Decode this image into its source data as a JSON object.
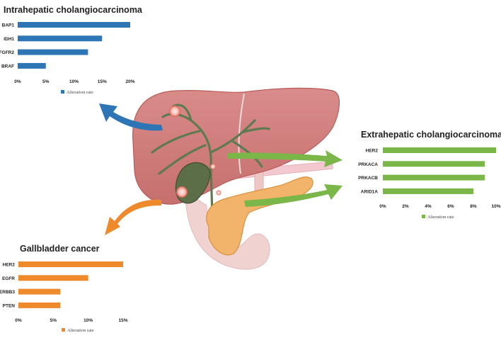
{
  "chart_data": [
    {
      "type": "bar",
      "orientation": "horizontal",
      "title": "Intrahepatic cholangiocarcinoma",
      "categories": [
        "BAP1",
        "IDH1",
        "FGFR2",
        "BRAF"
      ],
      "values": [
        20,
        15,
        12.5,
        5
      ],
      "xlim": [
        0,
        20
      ],
      "xticks": [
        "0%",
        "5%",
        "10%",
        "15%",
        "20%"
      ],
      "legend": "Alteration rate",
      "color": "#2e75b6"
    },
    {
      "type": "bar",
      "orientation": "horizontal",
      "title": "Extrahepatic cholangiocarcinoma",
      "categories": [
        "HER2",
        "PRKACA",
        "PRKACB",
        "ARID1A"
      ],
      "values": [
        10,
        9,
        9,
        8
      ],
      "xlim": [
        0,
        10
      ],
      "xticks": [
        "0%",
        "2%",
        "4%",
        "6%",
        "8%",
        "10%"
      ],
      "legend": "Alteration rate",
      "color": "#7ab648"
    },
    {
      "type": "bar",
      "orientation": "horizontal",
      "title": "Gallbladder cancer",
      "categories": [
        "HER2",
        "EGFR",
        "ERBB3",
        "PTEN"
      ],
      "values": [
        15,
        10,
        6,
        6
      ],
      "xlim": [
        0,
        15
      ],
      "xticks": [
        "0%",
        "5%",
        "10%",
        "15%"
      ],
      "legend": "Alteration rate",
      "color": "#ee8a2b"
    }
  ],
  "illustration": {
    "subject": "liver-gallbladder-pancreas-icon",
    "arrow_colors": [
      "#2e75b6",
      "#7ab648",
      "#ee8a2b"
    ]
  }
}
